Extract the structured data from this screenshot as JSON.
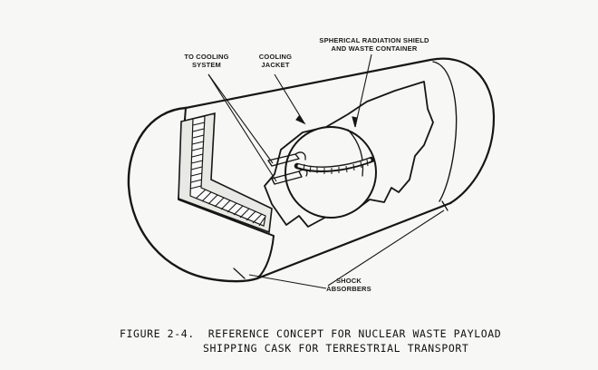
{
  "labels": {
    "to_cooling_system": [
      "TO COOLING",
      "SYSTEM"
    ],
    "cooling_jacket": [
      "COOLING",
      "JACKET"
    ],
    "spherical_shield": [
      "SPHERICAL RADIATION SHIELD",
      "AND WASTE CONTAINER"
    ],
    "shock_absorbers": [
      "SHOCK",
      "ABSORBERS"
    ]
  },
  "caption": {
    "line1": "FIGURE 2-4.  REFERENCE CONCEPT FOR NUCLEAR WASTE PAYLOAD",
    "line2": "SHIPPING CASK FOR TERRESTRIAL TRANSPORT"
  }
}
